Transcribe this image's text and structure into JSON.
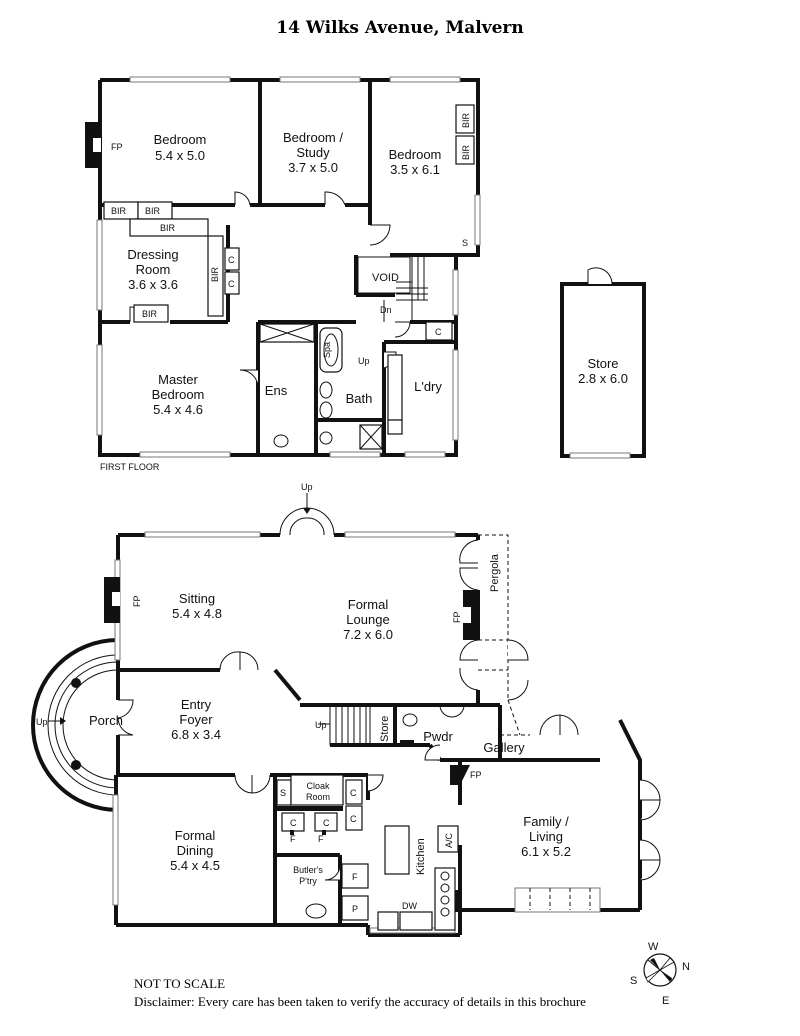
{
  "title": "14 Wilks Avenue, Malvern",
  "first_floor_label": "FIRST FLOOR",
  "not_to_scale": "NOT TO SCALE",
  "disclaimer": "Disclaimer: Every care has been taken to verify the accuracy of details in this brochure",
  "compass": {
    "n": "N",
    "s": "S",
    "e": "E",
    "w": "W"
  },
  "first_floor": {
    "bedroom1": {
      "name": "Bedroom",
      "dim": "5.4 x 5.0"
    },
    "bedroom_study": {
      "name1": "Bedroom /",
      "name2": "Study",
      "dim": "3.7 x 5.0"
    },
    "bedroom3": {
      "name": "Bedroom",
      "dim": "3.5 x 6.1"
    },
    "dressing": {
      "name1": "Dressing",
      "name2": "Room",
      "dim": "3.6 x 3.6"
    },
    "master": {
      "name1": "Master",
      "name2": "Bedroom",
      "dim": "5.4 x 4.6"
    },
    "ens": "Ens",
    "bath": "Bath",
    "ldry": "L'dry",
    "void": "VOID",
    "spa": "Spa",
    "up": "Up",
    "dn": "Dn",
    "fp": "FP",
    "bir": "BIR",
    "c": "C",
    "s": "S"
  },
  "store_outbuilding": {
    "name": "Store",
    "dim": "2.8 x 6.0"
  },
  "ground_floor": {
    "sitting": {
      "name": "Sitting",
      "dim": "5.4 x 4.8"
    },
    "formal_lounge": {
      "name1": "Formal",
      "name2": "Lounge",
      "dim": "7.2 x 6.0"
    },
    "pergola": "Pergola",
    "porch": "Porch",
    "entry": {
      "name1": "Entry",
      "name2": "Foyer",
      "dim": "6.8 x 3.4"
    },
    "store": "Store",
    "pwdr": "Pwdr",
    "gallery": "Gallery",
    "cloak": {
      "name1": "Cloak",
      "name2": "Room"
    },
    "formal_dining": {
      "name1": "Formal",
      "name2": "Dining",
      "dim": "5.4 x 4.5"
    },
    "butlers": {
      "name1": "Butler's",
      "name2": "P'try"
    },
    "kitchen": "Kitchen",
    "ac": "A/C",
    "dw": "DW",
    "family": {
      "name1": "Family /",
      "name2": "Living",
      "dim": "6.1 x 5.2"
    },
    "up": "Up",
    "fp": "FP",
    "c": "C",
    "s": "S",
    "f": "F",
    "p": "P"
  }
}
